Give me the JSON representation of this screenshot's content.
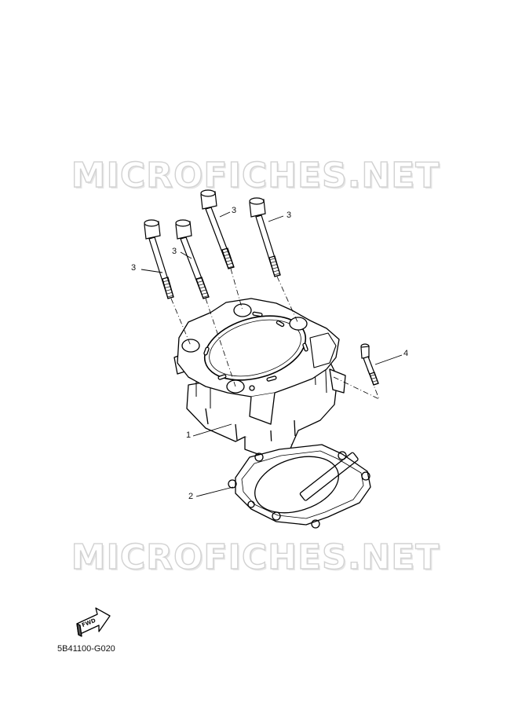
{
  "watermark": {
    "text": "MICROFICHES.NET"
  },
  "callouts": [
    {
      "id": "c1",
      "label": "1"
    },
    {
      "id": "c2",
      "label": "2"
    },
    {
      "id": "c3a",
      "label": "3"
    },
    {
      "id": "c3b",
      "label": "3"
    },
    {
      "id": "c3c",
      "label": "3"
    },
    {
      "id": "c3d",
      "label": "3"
    },
    {
      "id": "c4",
      "label": "4"
    }
  ],
  "fwd_badge": {
    "label": "FWD"
  },
  "diagram_code": "5B41100-G020"
}
